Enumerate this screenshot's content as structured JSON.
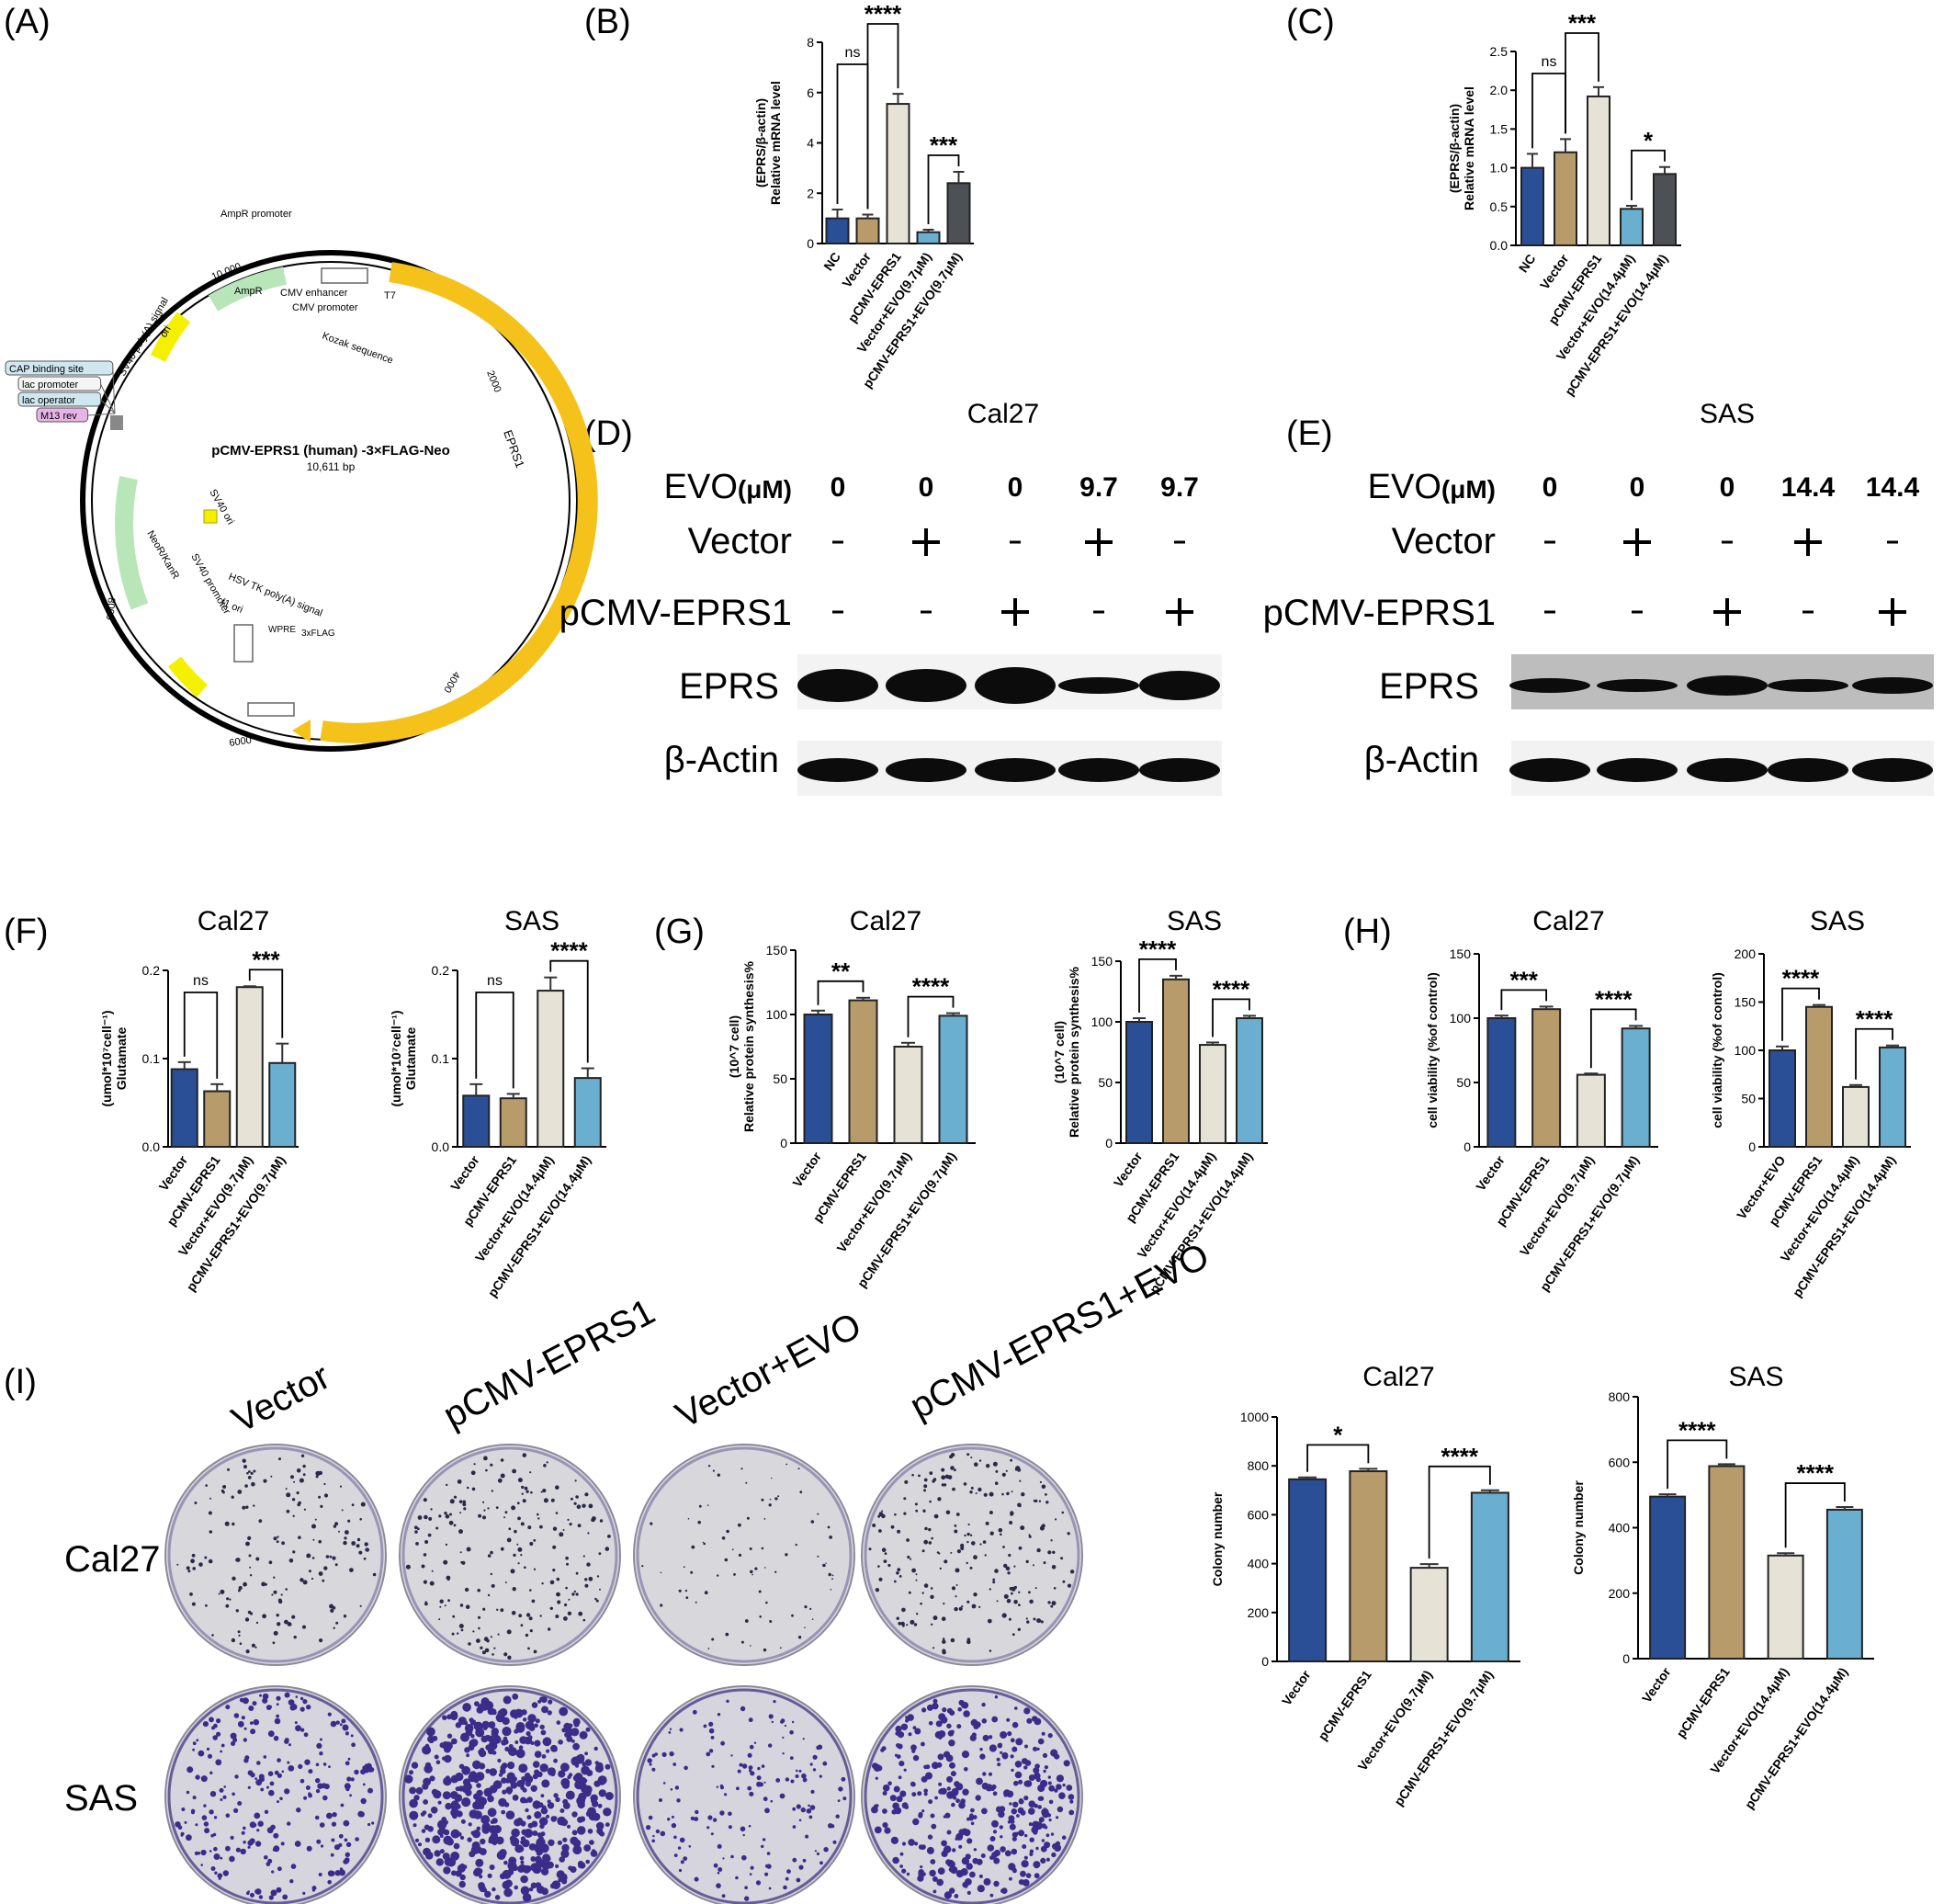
{
  "panel_letters": {
    "A": "(A)",
    "B": "(B)",
    "C": "(C)",
    "D": "(D)",
    "E": "(E)",
    "F": "(F)",
    "G": "(G)",
    "H": "(H)",
    "I": "(I)"
  },
  "colors": {
    "blue": "#2b4f97",
    "tan": "#b89b6b",
    "light": "#e6e2d6",
    "teal": "#6aaed0",
    "dark": "#4d5156"
  },
  "plasmid": {
    "title": "pCMV-EPRS1 (human) -3×FLAG-Neo",
    "size": "10,611 bp",
    "features": [
      "AmpR promoter",
      "CMV enhancer",
      "CMV promoter",
      "T7",
      "Kozak sequence",
      "EPRS1",
      "3xFLAG",
      "WPRE",
      "HSV TK poly(A) signal",
      "f1 ori",
      "SV40 promoter",
      "NeoR/KanR",
      "SV40 ori",
      "SV40 poly(A) signal",
      "ori",
      "AmpR",
      "CAP binding site",
      "lac promoter",
      "lac operator",
      "M13 rev"
    ],
    "ticks": [
      "10,000",
      "2000",
      "4000",
      "6000",
      "8000"
    ]
  },
  "western": [
    {
      "cell_line": "Cal27",
      "evo_label": "EVO",
      "evo_unit": "(μM)",
      "evo": [
        "0",
        "0",
        "0",
        "9.7",
        "9.7"
      ],
      "vector_label": "Vector",
      "vector": [
        "-",
        "+",
        "-",
        "+",
        "-"
      ],
      "pcmv_label": "pCMV-EPRS1",
      "pcmv": [
        "-",
        "-",
        "+",
        "-",
        "+"
      ],
      "band_labels": [
        "EPRS",
        "β-Actin"
      ]
    },
    {
      "cell_line": "SAS",
      "evo_label": "EVO",
      "evo_unit": "(μM)",
      "evo": [
        "0",
        "0",
        "0",
        "14.4",
        "14.4"
      ],
      "vector_label": "Vector",
      "vector": [
        "-",
        "+",
        "-",
        "+",
        "-"
      ],
      "pcmv_label": "pCMV-EPRS1",
      "pcmv": [
        "-",
        "-",
        "+",
        "-",
        "+"
      ],
      "band_labels": [
        "EPRS",
        "β-Actin"
      ]
    }
  ],
  "colony_images": {
    "columns": [
      "Vector",
      "pCMV-EPRS1",
      "Vector+EVO",
      "pCMV-EPRS1+EVO"
    ],
    "rows": [
      "Cal27",
      "SAS"
    ]
  },
  "chart_data": [
    {
      "id": "B",
      "type": "bar",
      "title": "",
      "ylabel": "Relative mRNA level (EPRS/β-actin)",
      "xlabel": "",
      "categories": [
        "NC",
        "Vector",
        "pCMV-EPRS1",
        "Vector+EVO(9.7μM)",
        "pCMV-EPRS1+EVO(9.7μM)"
      ],
      "values": [
        1.0,
        1.0,
        5.55,
        0.45,
        2.4
      ],
      "errors": [
        0.35,
        0.15,
        0.4,
        0.1,
        0.45
      ],
      "ylim": [
        0,
        8
      ],
      "yticks": [
        "0",
        "2",
        "4",
        "6",
        "8"
      ],
      "significance": [
        {
          "a": 0,
          "b": 1,
          "label": "ns"
        },
        {
          "a": 1,
          "b": 2,
          "label": "****"
        },
        {
          "a": 3,
          "b": 4,
          "label": "***"
        }
      ]
    },
    {
      "id": "C",
      "type": "bar",
      "title": "",
      "ylabel": "Relative mRNA level (EPRS/β-actin)",
      "xlabel": "",
      "categories": [
        "NC",
        "Vector",
        "pCMV-EPRS1",
        "Vector+EVO(14.4μM)",
        "pCMV-EPRS1+EVO(14.4μM)"
      ],
      "values": [
        1.0,
        1.2,
        1.92,
        0.47,
        0.92
      ],
      "errors": [
        0.18,
        0.17,
        0.12,
        0.04,
        0.09
      ],
      "ylim": [
        0,
        2.5
      ],
      "yticks": [
        "0.0",
        "0.5",
        "1.0",
        "1.5",
        "2.0",
        "2.5"
      ],
      "significance": [
        {
          "a": 0,
          "b": 1,
          "label": "ns"
        },
        {
          "a": 1,
          "b": 2,
          "label": "***"
        },
        {
          "a": 3,
          "b": 4,
          "label": "*"
        }
      ]
    },
    {
      "id": "F1",
      "type": "bar",
      "title": "Cal27",
      "ylabel": "Glutamate (umol*10⁷cell⁻¹)",
      "xlabel": "",
      "categories": [
        "Vector",
        "pCMV-EPRS1",
        "Vector+EVO(9.7μM)",
        "pCMV-EPRS1+EVO(9.7μM)"
      ],
      "values": [
        0.088,
        0.063,
        0.181,
        0.095
      ],
      "errors": [
        0.008,
        0.008,
        0.001,
        0.022
      ],
      "ylim": [
        0,
        0.2
      ],
      "yticks": [
        "0.0",
        "0.1",
        "0.2"
      ],
      "significance": [
        {
          "a": 0,
          "b": 1,
          "label": "ns"
        },
        {
          "a": 2,
          "b": 3,
          "label": "***"
        }
      ]
    },
    {
      "id": "F2",
      "type": "bar",
      "title": "SAS",
      "ylabel": "Glutamate (umol*10⁷cell⁻¹)",
      "xlabel": "",
      "categories": [
        "Vector",
        "pCMV-EPRS1",
        "Vector+EVO(14.4μM)",
        "pCMV-EPRS1+EVO(14.4μM)"
      ],
      "values": [
        0.058,
        0.055,
        0.177,
        0.078
      ],
      "errors": [
        0.013,
        0.005,
        0.015,
        0.011
      ],
      "ylim": [
        0,
        0.2
      ],
      "yticks": [
        "0.0",
        "0.1",
        "0.2"
      ],
      "significance": [
        {
          "a": 0,
          "b": 1,
          "label": "ns"
        },
        {
          "a": 2,
          "b": 3,
          "label": "****"
        }
      ]
    },
    {
      "id": "G1",
      "type": "bar",
      "title": "Cal27",
      "ylabel": "Relative protein synthesis% (10^7 cell)",
      "xlabel": "",
      "categories": [
        "Vector",
        "pCMV-EPRS1",
        "Vector+EVO(9.7μM)",
        "pCMV-EPRS1+EVO(9.7μM)"
      ],
      "values": [
        100,
        111,
        75,
        99
      ],
      "errors": [
        3,
        2,
        3,
        2
      ],
      "ylim": [
        0,
        150
      ],
      "yticks": [
        "0",
        "50",
        "100",
        "150"
      ],
      "significance": [
        {
          "a": 0,
          "b": 1,
          "label": "**"
        },
        {
          "a": 2,
          "b": 3,
          "label": "****"
        }
      ]
    },
    {
      "id": "G2",
      "type": "bar",
      "title": "SAS",
      "ylabel": "Relative protein synthesis% (10^7 cell)",
      "xlabel": "",
      "categories": [
        "Vector",
        "pCMV-EPRS1",
        "Vector+EVO(14.4μM)",
        "pCMV-EPRS1+EVO(14.4μM)"
      ],
      "values": [
        100,
        135,
        81,
        103
      ],
      "errors": [
        3,
        3,
        2,
        2
      ],
      "ylim": [
        0,
        150
      ],
      "yticks": [
        "0",
        "50",
        "100",
        "150"
      ],
      "significance": [
        {
          "a": 0,
          "b": 1,
          "label": "****"
        },
        {
          "a": 2,
          "b": 3,
          "label": "****"
        }
      ]
    },
    {
      "id": "H1",
      "type": "bar",
      "title": "Cal27",
      "ylabel": "cell viability (%of control)",
      "xlabel": "",
      "categories": [
        "Vector",
        "pCMV-EPRS1",
        "Vector+EVO(9.7μM)",
        "pCMV-EPRS1+EVO(9.7μM)"
      ],
      "values": [
        100,
        107,
        56,
        92
      ],
      "errors": [
        2,
        2,
        1,
        2
      ],
      "ylim": [
        0,
        150
      ],
      "yticks": [
        "0",
        "50",
        "100",
        "150"
      ],
      "significance": [
        {
          "a": 0,
          "b": 1,
          "label": "***"
        },
        {
          "a": 2,
          "b": 3,
          "label": "****"
        }
      ]
    },
    {
      "id": "H2",
      "type": "bar",
      "title": "SAS",
      "ylabel": "cell viability (%of control)",
      "xlabel": "",
      "categories": [
        "Vector+EVO",
        "pCMV-EPRS1",
        "Vector+EVO(14.4μM)",
        "pCMV-EPRS1+EVO(14.4μM)"
      ],
      "values": [
        100,
        145,
        62,
        103
      ],
      "errors": [
        4,
        2,
        2,
        2
      ],
      "ylim": [
        0,
        200
      ],
      "yticks": [
        "0",
        "50",
        "100",
        "150",
        "200"
      ],
      "significance": [
        {
          "a": 0,
          "b": 1,
          "label": "****"
        },
        {
          "a": 2,
          "b": 3,
          "label": "****"
        }
      ]
    },
    {
      "id": "I1",
      "type": "bar",
      "title": "Cal27",
      "ylabel": "Colony number",
      "xlabel": "",
      "categories": [
        "Vector",
        "pCMV-EPRS1",
        "Vector+EVO(9.7μM)",
        "pCMV-EPRS1+EVO(9.7μM)"
      ],
      "values": [
        745,
        778,
        383,
        690
      ],
      "errors": [
        8,
        10,
        15,
        10
      ],
      "ylim": [
        0,
        1000
      ],
      "yticks": [
        "0",
        "200",
        "400",
        "600",
        "800",
        "1000"
      ],
      "significance": [
        {
          "a": 0,
          "b": 1,
          "label": "*"
        },
        {
          "a": 2,
          "b": 3,
          "label": "****"
        }
      ]
    },
    {
      "id": "I2",
      "type": "bar",
      "title": "SAS",
      "ylabel": "Colony number",
      "xlabel": "",
      "categories": [
        "Vector",
        "pCMV-EPRS1",
        "Vector+EVO(14.4μM)",
        "pCMV-EPRS1+EVO(14.4μM)"
      ],
      "values": [
        495,
        588,
        315,
        455
      ],
      "errors": [
        7,
        6,
        7,
        8
      ],
      "ylim": [
        0,
        800
      ],
      "yticks": [
        "0",
        "200",
        "400",
        "600",
        "800"
      ],
      "significance": [
        {
          "a": 0,
          "b": 1,
          "label": "****"
        },
        {
          "a": 2,
          "b": 3,
          "label": "****"
        }
      ]
    }
  ]
}
